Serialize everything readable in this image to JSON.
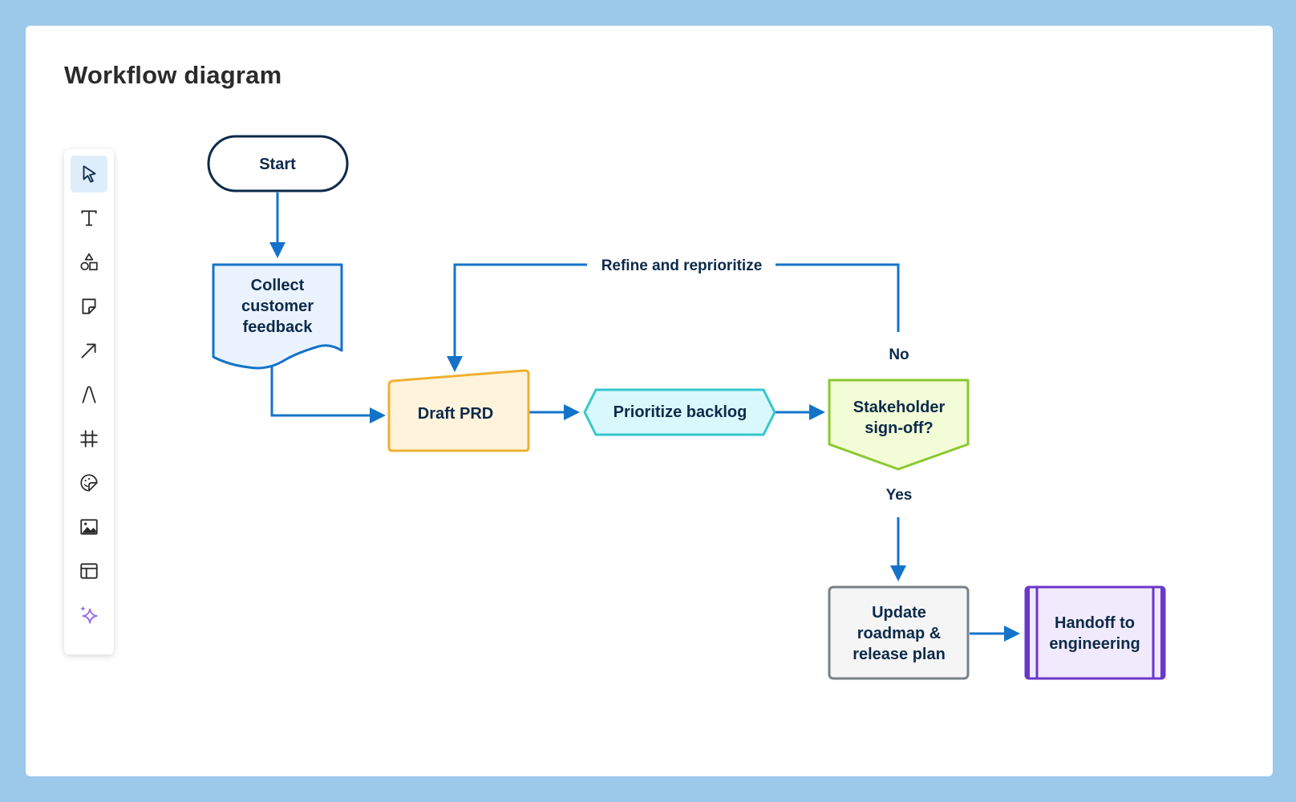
{
  "title": "Workflow diagram",
  "toolbar": {
    "tools": [
      {
        "name": "select-tool",
        "icon": "cursor-arrow-icon",
        "active": true
      },
      {
        "name": "text-tool",
        "icon": "text-t-icon"
      },
      {
        "name": "shapes-tool",
        "icon": "shapes-icon"
      },
      {
        "name": "sticky-note-tool",
        "icon": "sticky-note-icon"
      },
      {
        "name": "connector-tool",
        "icon": "arrow-diagonal-icon"
      },
      {
        "name": "pen-tool",
        "icon": "pen-nib-icon"
      },
      {
        "name": "frame-tool",
        "icon": "frame-hash-icon"
      },
      {
        "name": "sticker-tool",
        "icon": "sticker-smile-icon"
      },
      {
        "name": "image-tool",
        "icon": "image-icon"
      },
      {
        "name": "template-tool",
        "icon": "layout-template-icon"
      },
      {
        "name": "ai-assist-tool",
        "icon": "sparkle-icon"
      }
    ]
  },
  "diagram": {
    "nodes": {
      "start": {
        "lines": [
          "Start"
        ]
      },
      "collect": {
        "lines": [
          "Collect",
          "customer",
          "feedback"
        ]
      },
      "draft": {
        "lines": [
          "Draft PRD"
        ]
      },
      "prioritize": {
        "lines": [
          "Prioritize backlog"
        ]
      },
      "signoff": {
        "lines": [
          "Stakeholder",
          "sign-off?"
        ]
      },
      "update": {
        "lines": [
          "Update",
          "roadmap &",
          "release plan"
        ]
      },
      "handoff": {
        "lines": [
          "Handoff to",
          "engineering"
        ]
      }
    },
    "edge_labels": {
      "refine": "Refine and reprioritize",
      "no": "No",
      "yes": "Yes"
    }
  },
  "colors": {
    "page_bg": "#9cc8ea",
    "connector": "#1473c9",
    "text": "#0d2a4a",
    "start_stroke": "#0d2a4a",
    "collect_fill": "#eaf3fd",
    "collect_stroke": "#1473c9",
    "draft_fill": "#fff3dc",
    "draft_stroke": "#f0b030",
    "prioritize_fill": "#d9f8fb",
    "prioritize_stroke": "#33c8cc",
    "signoff_fill": "#f2fcd6",
    "signoff_stroke": "#8ac82e",
    "update_fill": "#f5f5f6",
    "update_stroke": "#7a8088",
    "handoff_fill": "#f1eafd",
    "handoff_stroke": "#6a38c8",
    "sparkle": "#9a6ae6"
  }
}
